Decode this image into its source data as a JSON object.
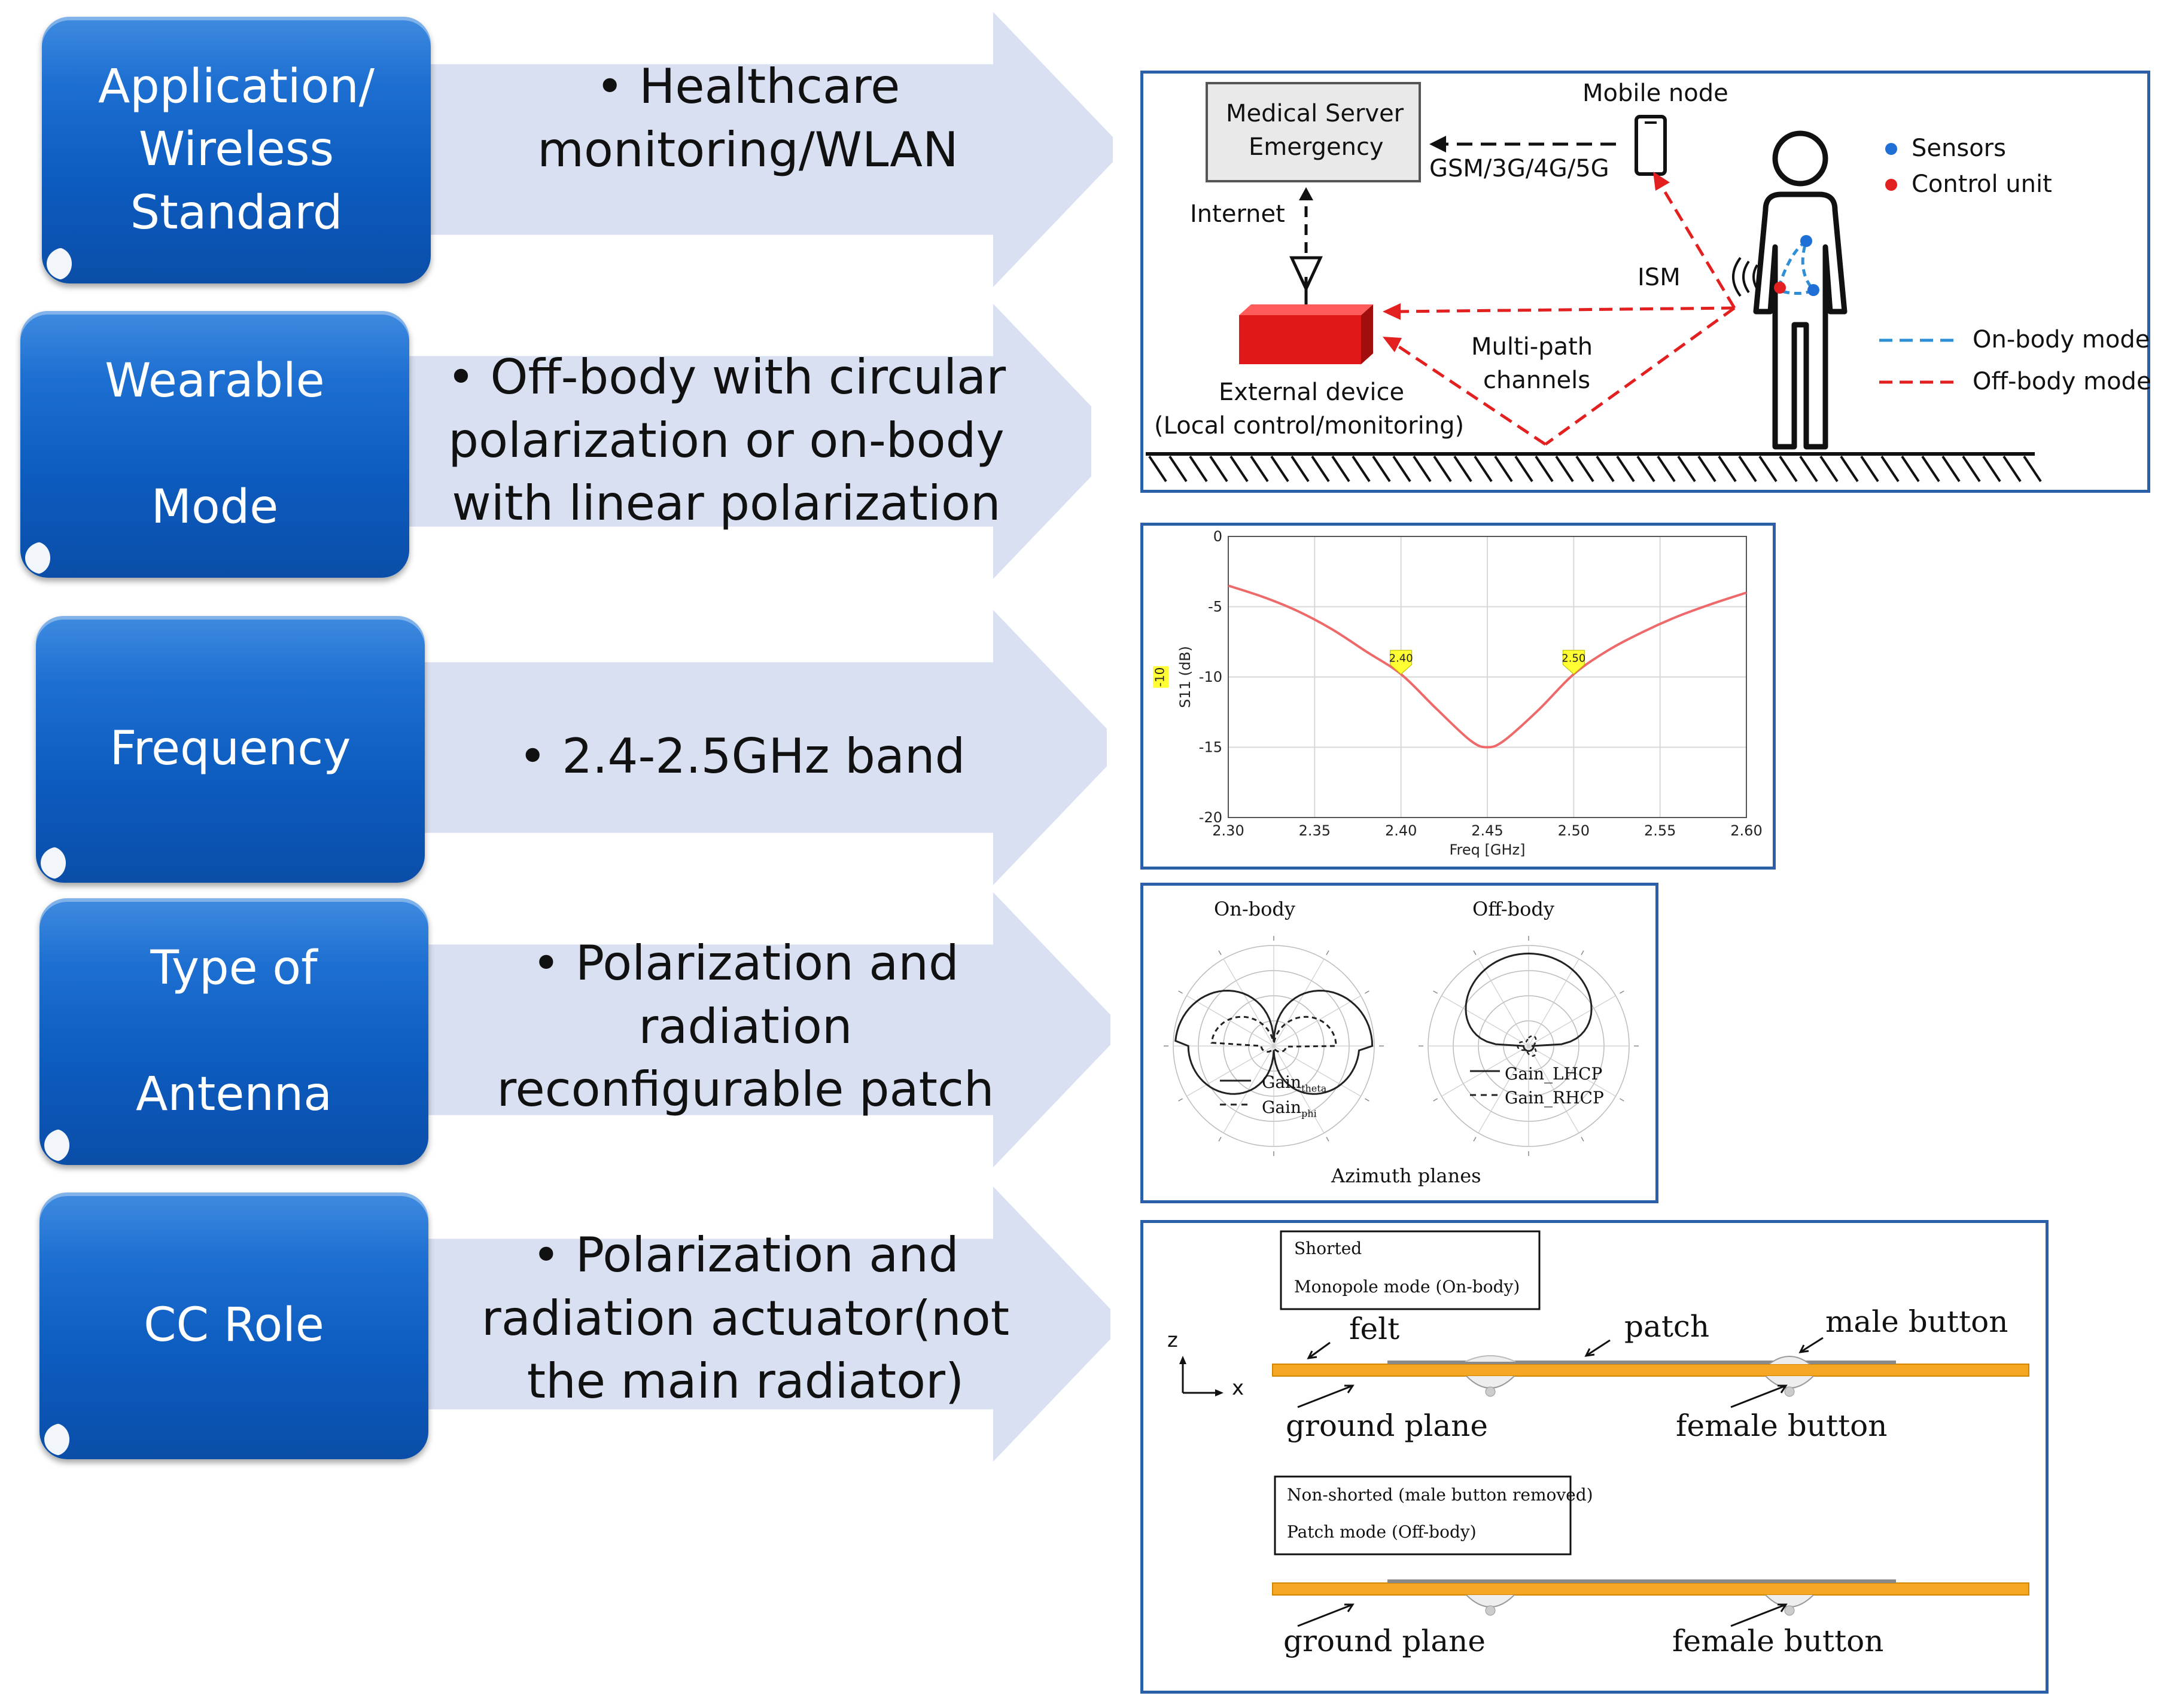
{
  "rows": [
    {
      "label": "Application/\nWireless\nStandard",
      "bullet": "• Healthcare\nmonitoring/WLAN"
    },
    {
      "label": "Wearable\n\nMode",
      "bullet": "• Off-body with circular\npolarization or on-body\nwith linear polarization"
    },
    {
      "label": "Frequency",
      "bullet": "• 2.4-2.5GHz band"
    },
    {
      "label": "Type of\n\nAntenna",
      "bullet": "• Polarization and\nradiation\nreconfigurable patch"
    },
    {
      "label": "CC Role",
      "bullet": "• Polarization and\nradiation actuator(not\nthe main radiator)"
    }
  ],
  "system_panel": {
    "server_line1": "Medical Server",
    "server_line2": "Emergency",
    "mobile_node": "Mobile node",
    "cellular": "GSM/3G/4G/5G",
    "internet": "Internet",
    "ism": "ISM",
    "multipath_line1": "Multi-path",
    "multipath_line2": "channels",
    "external_line1": "External device",
    "external_line2": "(Local control/monitoring)",
    "legend": {
      "sensors": "Sensors",
      "control_unit": "Control unit",
      "on_body_mode": "On-body mode",
      "off_body_mode": "Off-body mode"
    },
    "colors": {
      "sensor": "#1f6fd6",
      "control": "#e32020",
      "on_body_line": "#2f8fd6",
      "off_body_line": "#e32020",
      "device": "#e01818"
    }
  },
  "chart_data": {
    "type": "line",
    "x": [
      2.3,
      2.32,
      2.34,
      2.36,
      2.38,
      2.4,
      2.42,
      2.44,
      2.45,
      2.46,
      2.48,
      2.5,
      2.52,
      2.54,
      2.56,
      2.58,
      2.6
    ],
    "series": [
      {
        "values": [
          -3.5,
          -4.3,
          -5.3,
          -6.6,
          -8.2,
          -9.8,
          -12.2,
          -14.5,
          -15.0,
          -14.5,
          -12.3,
          -9.8,
          -8.1,
          -6.8,
          -5.7,
          -4.8,
          -4.0
        ]
      }
    ],
    "xlabel": "Freq [GHz]",
    "ylabel": "S11 (dB)",
    "xlim": [
      2.3,
      2.6
    ],
    "ylim": [
      -20,
      0
    ],
    "x_ticks": [
      "2.30",
      "2.35",
      "2.40",
      "2.45",
      "2.50",
      "2.55",
      "2.60"
    ],
    "y_ticks": [
      "0",
      "-5",
      "-10",
      "-15",
      "-20"
    ],
    "markers": [
      {
        "x": 2.4,
        "label": "2.40"
      },
      {
        "x": 2.5,
        "label": "2.50"
      }
    ],
    "threshold_tag": "-10",
    "grid": true,
    "line_color": "#ee6a6a"
  },
  "pattern_panel": {
    "on_body_title": "On-body",
    "off_body_title": "Off-body",
    "gain_theta": "Gain",
    "gain_theta_sub": "theta",
    "gain_phi": "Gain",
    "gain_phi_sub": "phi",
    "gain_lhcp": "Gain_LHCP",
    "gain_rhcp": "Gain_RHCP",
    "caption": "Azimuth planes"
  },
  "structure_panel": {
    "box1_line1": "Shorted",
    "box1_line2": "Monopole mode (On-body)",
    "felt": "felt",
    "patch": "patch",
    "male_button": "male button",
    "ground_plane_1": "ground plane",
    "female_button_1": "female button",
    "box2_line1": "Non-shorted (male button removed)",
    "box2_line2": "Patch mode (Off-body)",
    "ground_plane_2": "ground plane",
    "female_button_2": "female button",
    "axis_z": "z",
    "axis_x": "x",
    "colors": {
      "substrate": "#f5a623"
    }
  }
}
